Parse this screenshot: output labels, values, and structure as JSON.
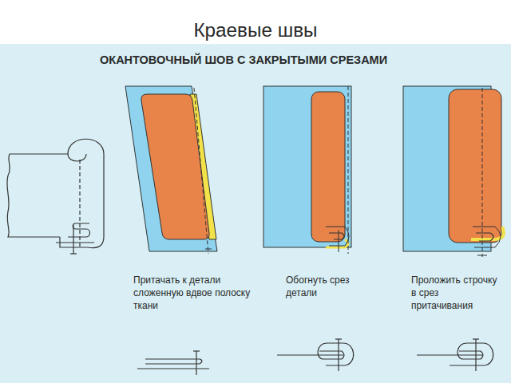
{
  "diagram": {
    "title": "Краевые швы",
    "labels": [
      "ОКАНТОВОЧНЫЙ ШОВ С ЗАКРЫТЫМИ СРЕЗАМИ",
      "Притачать к детали сложенную вдвое полоску ткани",
      "Обогнуть срез детали",
      "Проложить строчку в срез притачивания"
    ]
  }
}
